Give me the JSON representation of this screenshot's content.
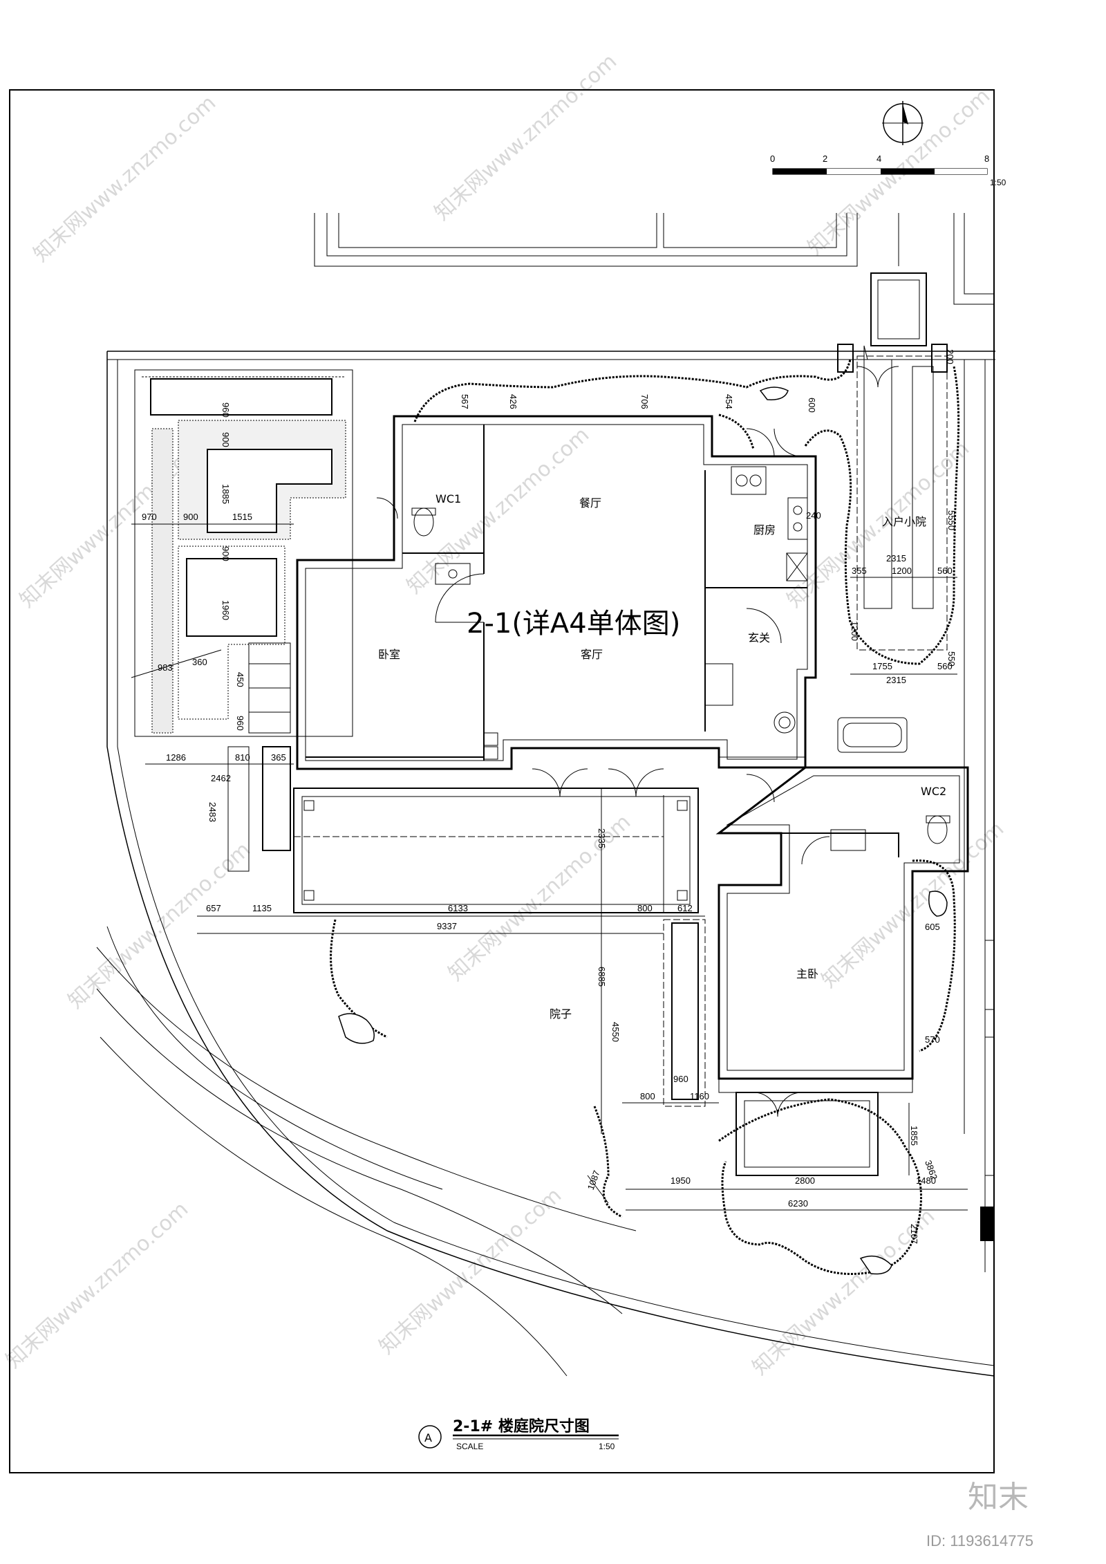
{
  "scale_bar": {
    "ticks": [
      "0",
      "2",
      "4",
      "8"
    ],
    "ratio": "1:50"
  },
  "plan_title": "2-1(详A4单体图)",
  "rooms": {
    "wc1": "WC1",
    "dining": "餐厅",
    "kitchen": "厨房",
    "entry_court": "入户小院",
    "foyer": "玄关",
    "bedroom": "卧室",
    "living": "客厅",
    "wc2": "WC2",
    "master": "主卧",
    "yard": "院子"
  },
  "dimensions": {
    "d960": "960",
    "d900a": "900",
    "d1885": "1885",
    "d970": "970",
    "d900b": "900",
    "d1515": "1515",
    "d900c": "900",
    "d1960": "1960",
    "d983": "983",
    "d360": "360",
    "d450": "450",
    "d960b": "960",
    "d567": "567",
    "d426": "426",
    "d706": "706",
    "d454": "454",
    "d600": "600",
    "d200": "200",
    "d240": "240",
    "d5550": "5550",
    "d2315a": "2315",
    "d355": "355",
    "d1200a": "1200",
    "d560a": "560",
    "d1200b": "1200",
    "d550": "550",
    "d1755": "1755",
    "d560b": "560",
    "d2315b": "2315",
    "d1286": "1286",
    "d810": "810",
    "d365": "365",
    "d2462": "2462",
    "d2483": "2483",
    "d2335": "2335",
    "d657": "657",
    "d1135": "1135",
    "d6133": "6133",
    "d800a": "800",
    "d612": "612",
    "d9337": "9337",
    "d6885": "6885",
    "d4550": "4550",
    "d605": "605",
    "d570": "570",
    "d960c": "960",
    "d800b": "800",
    "d1160": "1160",
    "d1855": "1855",
    "d1087": "1087",
    "d1950": "1950",
    "d2800": "2800",
    "d1480": "1480",
    "d3862": "3862",
    "d6230": "6230",
    "d2107": "2107"
  },
  "title_block": {
    "marker": "A",
    "title": "2-1# 楼庭院尺寸图",
    "scale_word": "SCALE",
    "ratio": "1:50"
  },
  "watermark": {
    "text": "知末网www.znzmo.com"
  },
  "footer": {
    "brand": "知末",
    "id": "ID: 1193614775"
  }
}
